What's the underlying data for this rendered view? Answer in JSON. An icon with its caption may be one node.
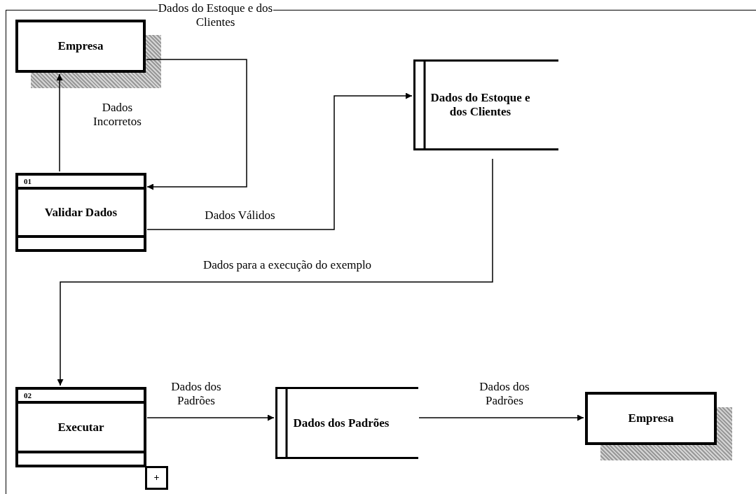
{
  "diagram": {
    "nodes": [
      {
        "text": [
          "Empresa"
        ]
      },
      {
        "text": [
          "01",
          "Validar Dados"
        ]
      },
      {
        "text": [
          "Dados do Estoque e dos Clientes"
        ]
      },
      {
        "text": [
          "02",
          "Executar"
        ]
      },
      {
        "text": [
          "+"
        ]
      },
      {
        "text": [
          "Dados dos Padrões"
        ]
      },
      {
        "text": [
          "Empresa"
        ]
      }
    ],
    "edges": [
      {
        "from": 0,
        "to": 1,
        "arrow": "to",
        "label": "Dados do Estoque e dos Clientes"
      },
      {
        "from": 1,
        "to": 0,
        "arrow": "to",
        "label": "Dados Incorretos"
      },
      {
        "from": 1,
        "to": 2,
        "arrow": "to",
        "label": "Dados Válidos"
      },
      {
        "from": 2,
        "to": 3,
        "arrow": "to",
        "label": "Dados para a execução do exemplo"
      },
      {
        "from": 3,
        "to": 5,
        "arrow": "to",
        "label": "Dados dos Padrões"
      },
      {
        "from": 5,
        "to": 6,
        "arrow": "to",
        "label": "Dados dos Padrões"
      }
    ]
  }
}
